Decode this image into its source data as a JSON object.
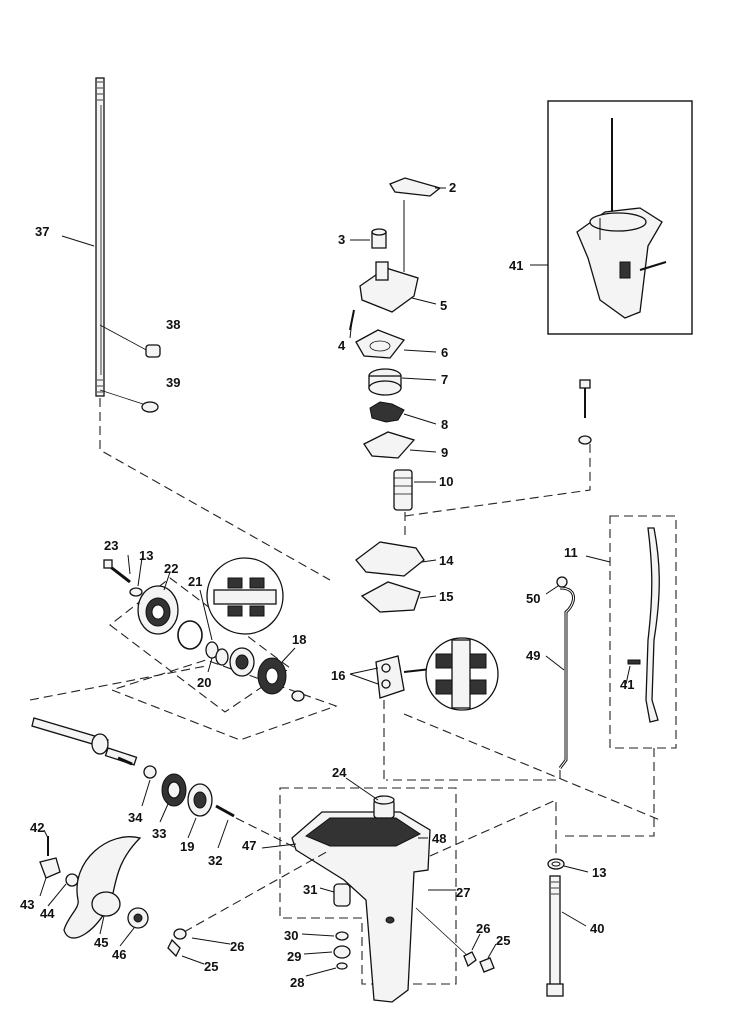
{
  "labels": [
    {
      "id": "p2",
      "text": "2"
    },
    {
      "id": "p3",
      "text": "3"
    },
    {
      "id": "p4",
      "text": "4"
    },
    {
      "id": "p5",
      "text": "5"
    },
    {
      "id": "p6",
      "text": "6"
    },
    {
      "id": "p7",
      "text": "7"
    },
    {
      "id": "p8",
      "text": "8"
    },
    {
      "id": "p9",
      "text": "9"
    },
    {
      "id": "p10",
      "text": "10"
    },
    {
      "id": "p11",
      "text": "11"
    },
    {
      "id": "p13a",
      "text": "13"
    },
    {
      "id": "p13b",
      "text": "13"
    },
    {
      "id": "p14",
      "text": "14"
    },
    {
      "id": "p15",
      "text": "15"
    },
    {
      "id": "p16",
      "text": "16"
    },
    {
      "id": "p18",
      "text": "18"
    },
    {
      "id": "p19",
      "text": "19"
    },
    {
      "id": "p20",
      "text": "20"
    },
    {
      "id": "p21",
      "text": "21"
    },
    {
      "id": "p22",
      "text": "22"
    },
    {
      "id": "p23",
      "text": "23"
    },
    {
      "id": "p24",
      "text": "24"
    },
    {
      "id": "p25a",
      "text": "25"
    },
    {
      "id": "p25b",
      "text": "25"
    },
    {
      "id": "p26a",
      "text": "26"
    },
    {
      "id": "p26b",
      "text": "26"
    },
    {
      "id": "p27",
      "text": "27"
    },
    {
      "id": "p28",
      "text": "28"
    },
    {
      "id": "p29",
      "text": "29"
    },
    {
      "id": "p30",
      "text": "30"
    },
    {
      "id": "p31",
      "text": "31"
    },
    {
      "id": "p32",
      "text": "32"
    },
    {
      "id": "p33",
      "text": "33"
    },
    {
      "id": "p34",
      "text": "34"
    },
    {
      "id": "p37",
      "text": "37"
    },
    {
      "id": "p38",
      "text": "38"
    },
    {
      "id": "p39",
      "text": "39"
    },
    {
      "id": "p40",
      "text": "40"
    },
    {
      "id": "p41a",
      "text": "41"
    },
    {
      "id": "p41b",
      "text": "41"
    },
    {
      "id": "p42",
      "text": "42"
    },
    {
      "id": "p43",
      "text": "43"
    },
    {
      "id": "p44",
      "text": "44"
    },
    {
      "id": "p45",
      "text": "45"
    },
    {
      "id": "p46",
      "text": "46"
    },
    {
      "id": "p47",
      "text": "47"
    },
    {
      "id": "p48",
      "text": "48"
    },
    {
      "id": "p49",
      "text": "49"
    },
    {
      "id": "p50",
      "text": "50"
    }
  ]
}
